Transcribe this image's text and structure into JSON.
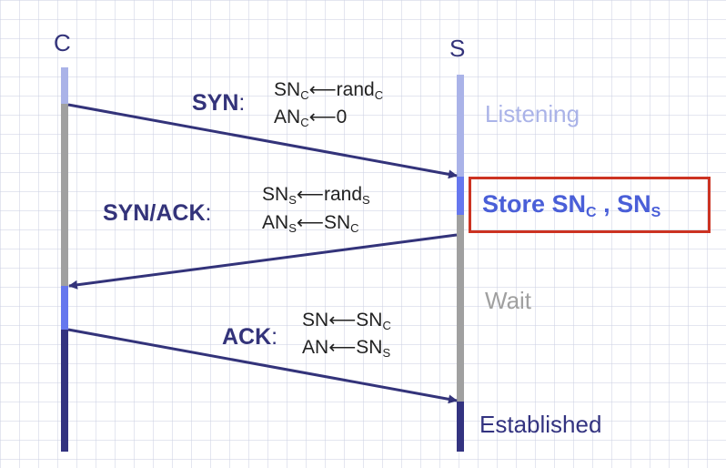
{
  "endpoints": {
    "client": "C",
    "server": "S"
  },
  "messages": {
    "syn": {
      "label": "SYN",
      "colon": ":",
      "line1": {
        "a": "SN",
        "a_sub": "C",
        "op": "⟵rand",
        "b_sub": "C"
      },
      "line2": {
        "a": "AN",
        "a_sub": "C",
        "op": "⟵0"
      }
    },
    "synack": {
      "label": "SYN/ACK",
      "colon": ":",
      "line1": {
        "a": "SN",
        "a_sub": "S",
        "op": "⟵rand",
        "b_sub": "S"
      },
      "line2": {
        "a": "AN",
        "a_sub": "S",
        "op": "⟵SN",
        "b_sub": "C"
      }
    },
    "ack": {
      "label": "ACK",
      "colon": ":",
      "line1": {
        "a": "SN",
        "op": "⟵SN",
        "b_sub": "C"
      },
      "line2": {
        "a": "AN",
        "op": "⟵SN",
        "b_sub": "S"
      }
    }
  },
  "states": {
    "listening": "Listening",
    "wait": "Wait",
    "established": "Established"
  },
  "store": {
    "prefix": "Store SN",
    "sub1": "C",
    "sep": " , SN",
    "sub2": "S"
  },
  "colors": {
    "arrow": "#33337a",
    "label": "#33337a",
    "listening": "#aab3e8",
    "gray": "#a0a0a0",
    "blue": "#6677ee",
    "dark": "#333380",
    "highlight_border": "#cc3322",
    "store_text": "#4a5fd8"
  }
}
